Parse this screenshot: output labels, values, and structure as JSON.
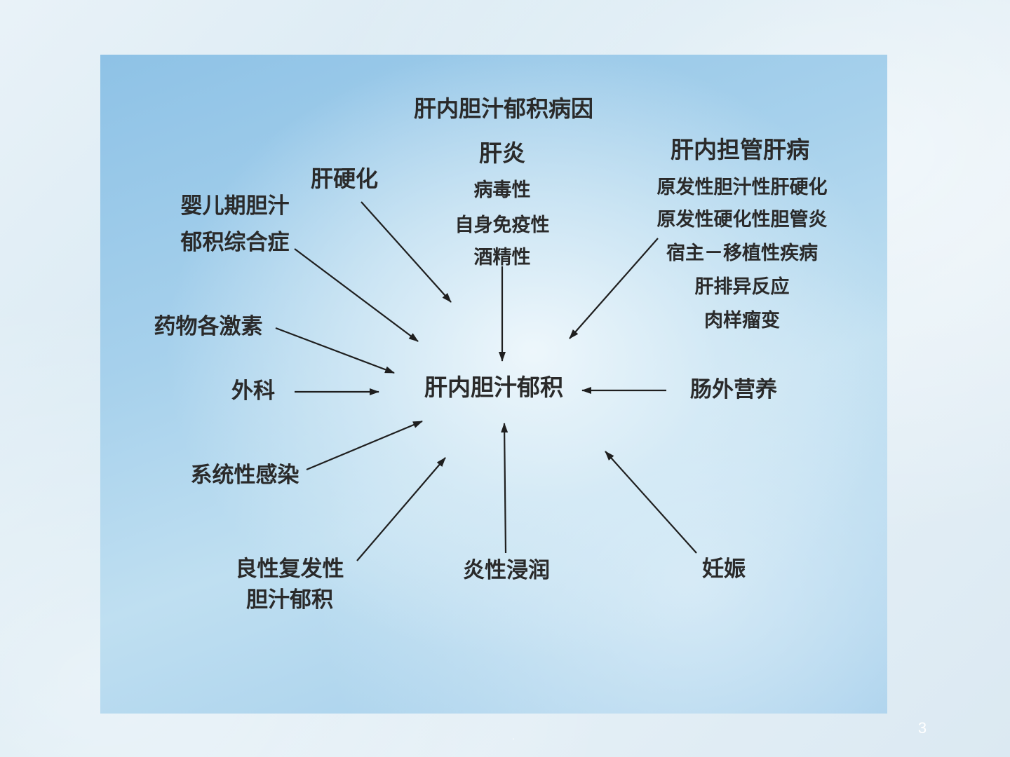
{
  "diagram": {
    "title": "肝内胆汁郁积病因",
    "center": "肝内胆汁郁积",
    "causes": {
      "hepatitis": {
        "heading": "肝炎",
        "items": [
          "病毒性",
          "自身免疫性",
          "酒精性"
        ]
      },
      "intrahepatic_duct_disease": {
        "heading": "肝内担管肝病",
        "items": [
          "原发性胆汁性肝硬化",
          "原发性硬化性胆管炎",
          "宿主－移植性疾病",
          "肝排异反应",
          "肉样瘤变"
        ]
      },
      "cirrhosis": "肝硬化",
      "infant_cholestasis": [
        "婴儿期胆汁",
        "郁积综合症"
      ],
      "drugs_hormones": "药物各激素",
      "surgery": "外科",
      "parenteral_nutrition": "肠外营养",
      "systemic_infection": "系统性感染",
      "benign_recurrent": [
        "良性复发性",
        "胆汁郁积"
      ],
      "inflammatory_infiltration": "炎性浸润",
      "pregnancy": "妊娠"
    }
  },
  "footer": {
    "page_number": "3",
    "dot": "."
  }
}
